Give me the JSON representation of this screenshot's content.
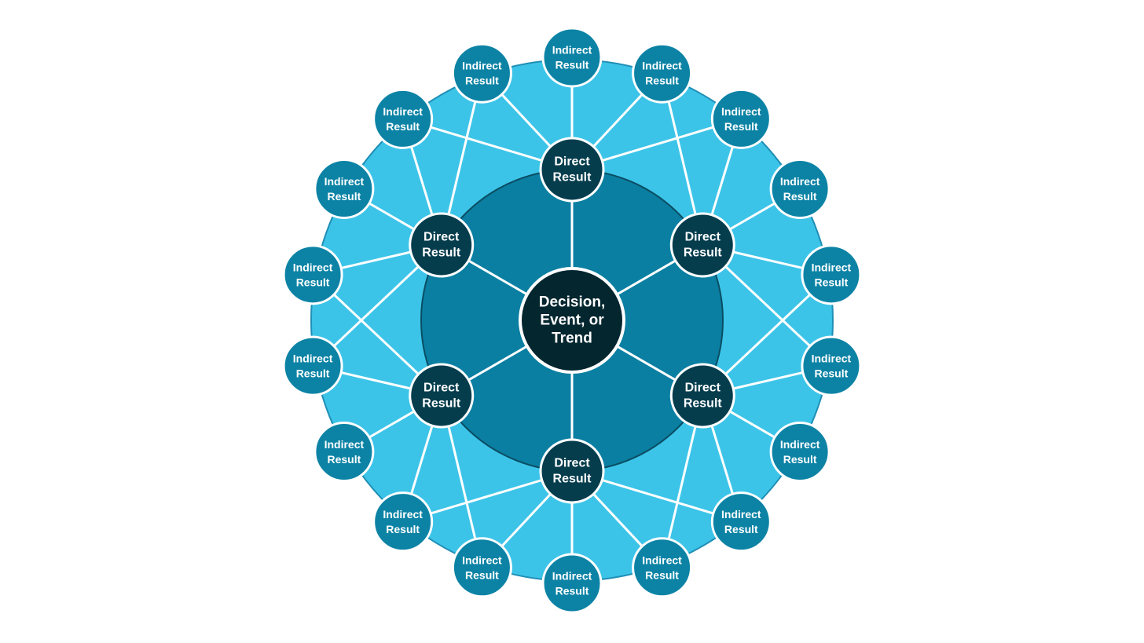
{
  "colors": {
    "outer_ring": "#3cc4e8",
    "outer_ring_stroke": "#1f8fb5",
    "inner_disc": "#0a7fa2",
    "inner_disc_stroke": "#0a4d63",
    "direct_node": "#053d4d",
    "center_node": "#04262f",
    "indirect_node": "#0c83a5",
    "connector": "#ffffff"
  },
  "center": {
    "lines": [
      "Decision,",
      "Event, or",
      "Trend"
    ]
  },
  "direct_results": [
    {
      "lines": [
        "Direct",
        "Result"
      ]
    },
    {
      "lines": [
        "Direct",
        "Result"
      ]
    },
    {
      "lines": [
        "Direct",
        "Result"
      ]
    },
    {
      "lines": [
        "Direct",
        "Result"
      ]
    },
    {
      "lines": [
        "Direct",
        "Result"
      ]
    },
    {
      "lines": [
        "Direct",
        "Result"
      ]
    }
  ],
  "indirect_results": [
    {
      "lines": [
        "Indirect",
        "Result"
      ]
    },
    {
      "lines": [
        "Indirect",
        "Result"
      ]
    },
    {
      "lines": [
        "Indirect",
        "Result"
      ]
    },
    {
      "lines": [
        "Indirect",
        "Result"
      ]
    },
    {
      "lines": [
        "Indirect",
        "Result"
      ]
    },
    {
      "lines": [
        "Indirect",
        "Result"
      ]
    },
    {
      "lines": [
        "Indirect",
        "Result"
      ]
    },
    {
      "lines": [
        "Indirect",
        "Result"
      ]
    },
    {
      "lines": [
        "Indirect",
        "Result"
      ]
    },
    {
      "lines": [
        "Indirect",
        "Result"
      ]
    },
    {
      "lines": [
        "Indirect",
        "Result"
      ]
    },
    {
      "lines": [
        "Indirect",
        "Result"
      ]
    },
    {
      "lines": [
        "Indirect",
        "Result"
      ]
    },
    {
      "lines": [
        "Indirect",
        "Result"
      ]
    },
    {
      "lines": [
        "Indirect",
        "Result"
      ]
    },
    {
      "lines": [
        "Indirect",
        "Result"
      ]
    },
    {
      "lines": [
        "Indirect",
        "Result"
      ]
    },
    {
      "lines": [
        "Indirect",
        "Result"
      ]
    }
  ]
}
